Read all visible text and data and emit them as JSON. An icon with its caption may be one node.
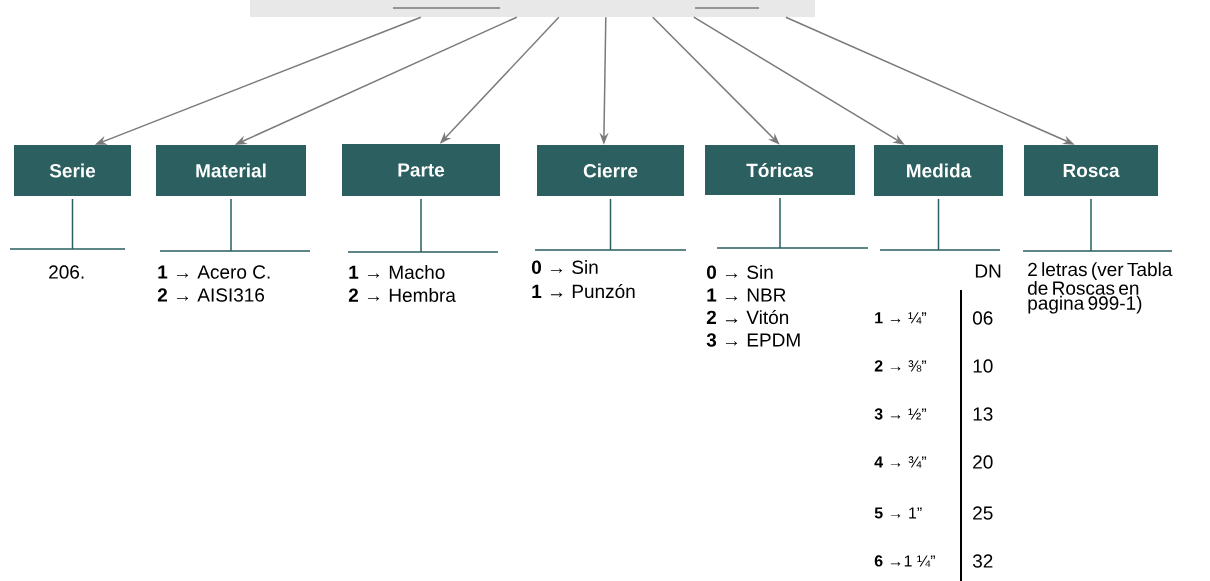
{
  "diagram": {
    "nodes": [
      {
        "text": [],
        "shape": "box"
      },
      {
        "text": [
          "Serie"
        ]
      },
      {
        "text": [
          "Material"
        ]
      },
      {
        "text": [
          "Parte"
        ]
      },
      {
        "text": [
          "Cierre"
        ]
      },
      {
        "text": [
          "Tóricas"
        ]
      },
      {
        "text": [
          "Medida"
        ]
      },
      {
        "text": [
          "Rosca"
        ]
      }
    ],
    "edges": [
      {
        "from": 0,
        "to": 1,
        "arrow": "to"
      },
      {
        "from": 0,
        "to": 2,
        "arrow": "to"
      },
      {
        "from": 0,
        "to": 3,
        "arrow": "to"
      },
      {
        "from": 0,
        "to": 4,
        "arrow": "to"
      },
      {
        "from": 0,
        "to": 5,
        "arrow": "to"
      },
      {
        "from": 0,
        "to": 6,
        "arrow": "to"
      },
      {
        "from": 0,
        "to": 7,
        "arrow": "to"
      }
    ],
    "labels": [
      "206.",
      "**1** → Acero C.",
      "**2** → AISI316",
      "**1** → Macho",
      "**2** → Hembra",
      "**0** → Sin",
      "**1** → Punzón",
      "**0** → Sin",
      "**1** → NBR",
      "**2** → Vitón",
      "**3** → EPDM",
      "DN",
      "**1** → ¼”",
      "06",
      "**2** → ⅜”",
      "10",
      "**3** → ½”",
      "13",
      "**4** → ¾”",
      "20",
      "**5** →  1”",
      "25",
      "**6** →1 ¼”",
      "32",
      "2 letras (ver Tabla de Roscas en pagina 999-1)"
    ]
  }
}
